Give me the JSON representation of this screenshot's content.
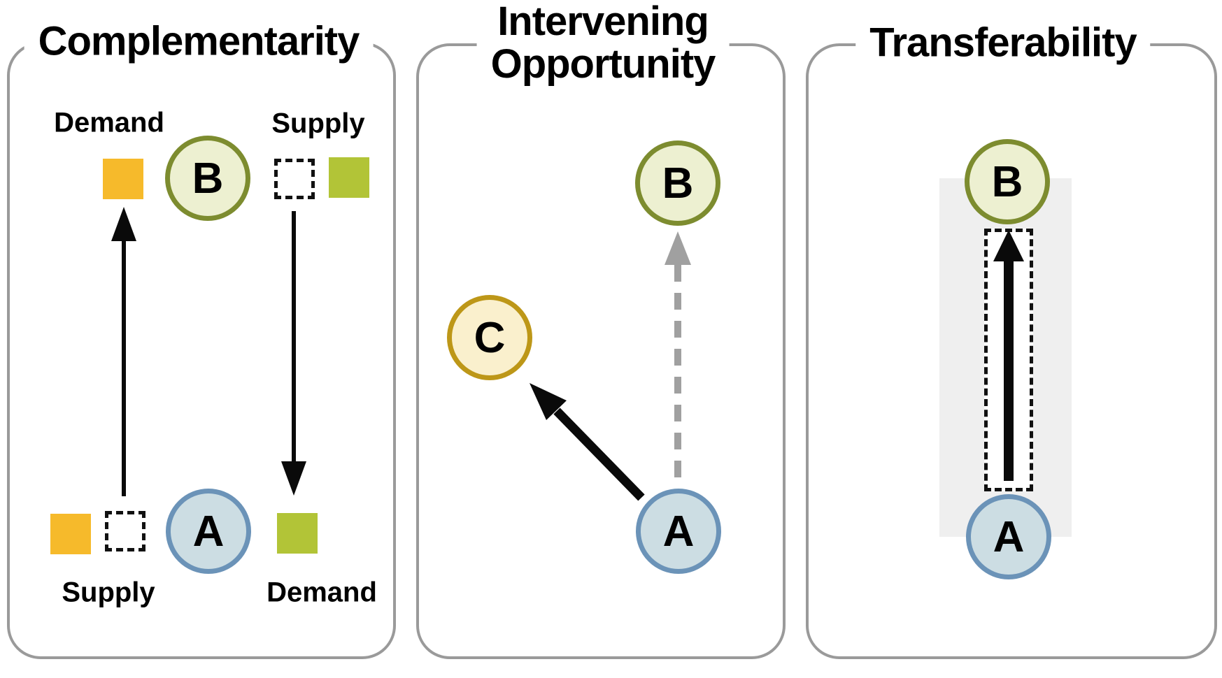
{
  "colors": {
    "background": "#ffffff",
    "panel_border": "#9a9a9a",
    "text_black": "#000000",
    "orange_square": "#f6ba2b",
    "green_square": "#b2c437",
    "node_a_fill": "#ccdde3",
    "node_a_border": "#6b93b8",
    "node_b_fill": "#edf0d1",
    "node_b_border": "#7d8c2f",
    "node_c_fill": "#faf0cd",
    "node_c_border": "#bd9718",
    "arrow_black": "#0a0a0a",
    "arrow_gray": "#a0a0a0",
    "dashed_black": "#111111",
    "band_gray": "#efefef"
  },
  "panels": [
    {
      "id": "complementarity",
      "title": "Complementarity",
      "node_a": "A",
      "node_b": "B",
      "label_demand_top": "Demand",
      "label_supply_top": "Supply",
      "label_supply_bottom": "Supply",
      "label_demand_bottom": "Demand"
    },
    {
      "id": "intervening-opportunity",
      "title_line1": "Intervening",
      "title_line2": "Opportunity",
      "node_a": "A",
      "node_b": "B",
      "node_c": "C"
    },
    {
      "id": "transferability",
      "title": "Transferability",
      "node_a": "A",
      "node_b": "B"
    }
  ]
}
